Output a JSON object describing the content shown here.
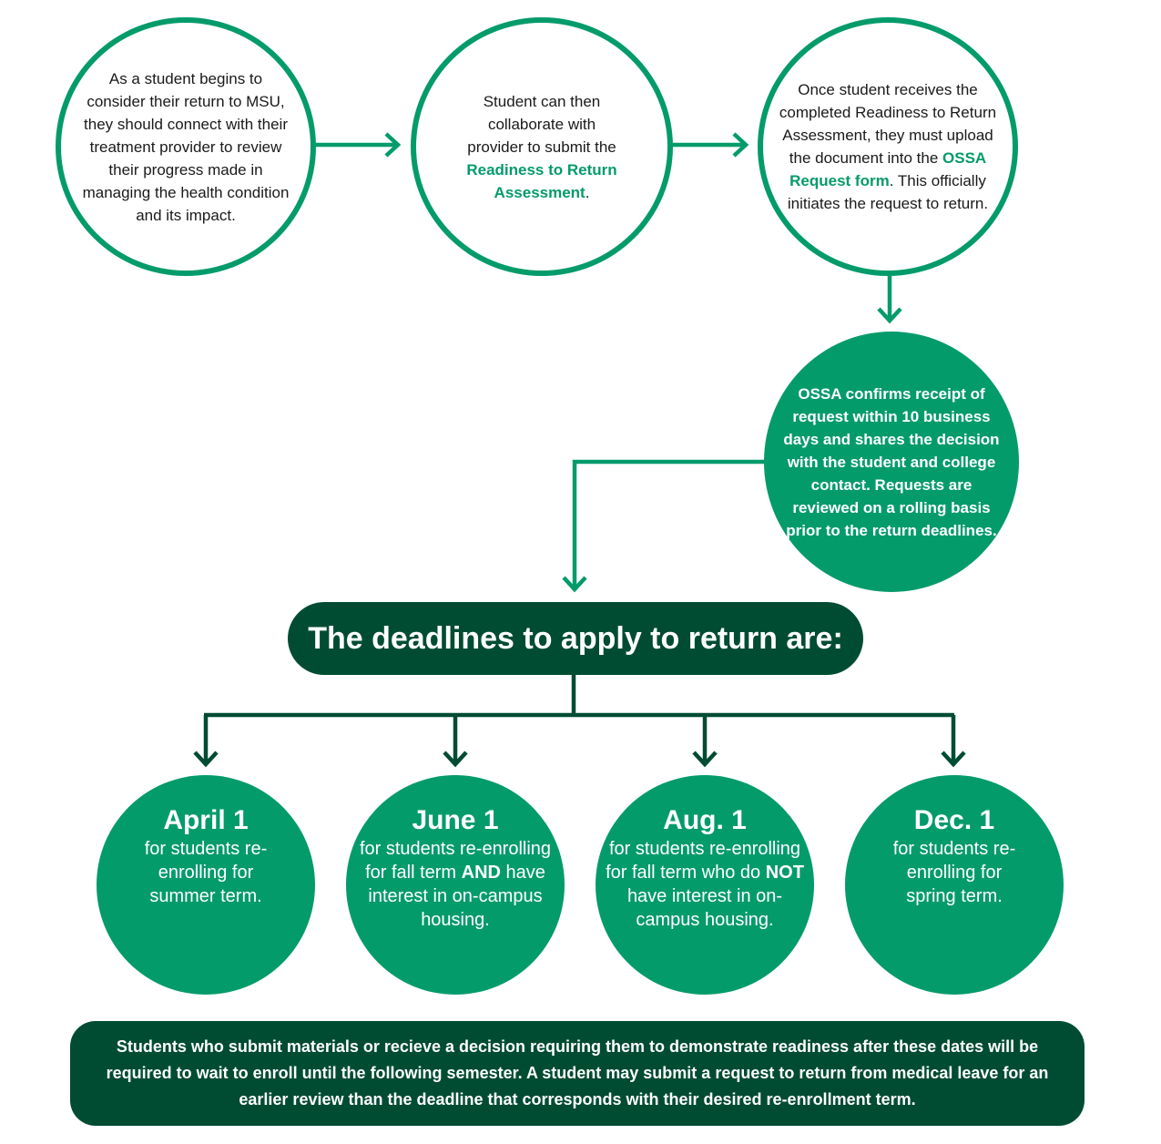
{
  "steps": [
    {
      "text": "As a student begins to consider their return to MSU, they should connect with their treatment provider to review their progress made in managing the health condition and its impact."
    },
    {
      "text_before": "Student can then collaborate with provider to submit the ",
      "link": "Readiness to Return Assessment",
      "text_after": "."
    },
    {
      "text_before": "Once student receives the completed Readiness to Return Assessment, they must upload the document into the ",
      "link": "OSSA Request form",
      "text_after": ". This officially initiates the request to return."
    },
    {
      "text": "OSSA confirms receipt of request within 10 business days and shares the decision with the student and college contact. Requests are reviewed on a rolling basis prior to the return deadlines."
    }
  ],
  "deadlines_title": "The deadlines to apply to return are:",
  "deadlines": [
    {
      "date": "April 1",
      "desc": "for students re-enrolling for summer term."
    },
    {
      "date": "June 1",
      "desc_before": "for students re-enrolling for fall term ",
      "emph": "AND",
      "desc_after": " have interest in on-campus housing."
    },
    {
      "date": "Aug. 1",
      "desc_before": "for students re-enrolling for fall term who do ",
      "emph": "NOT",
      "desc_after": " have interest in on-campus housing."
    },
    {
      "date": "Dec. 1",
      "desc": "for students re-enrolling for spring term."
    }
  ],
  "note": "Students who submit materials or recieve a decision requiring them to demonstrate readiness after these dates will be required to wait to enroll until the following semester. A student may submit a request to return from medical leave for an earlier review than the deadline that corresponds with their desired re-enrollment term.",
  "colors": {
    "green": "#049b6b",
    "dark_green": "#004c32",
    "text": "#1a1a1a"
  }
}
